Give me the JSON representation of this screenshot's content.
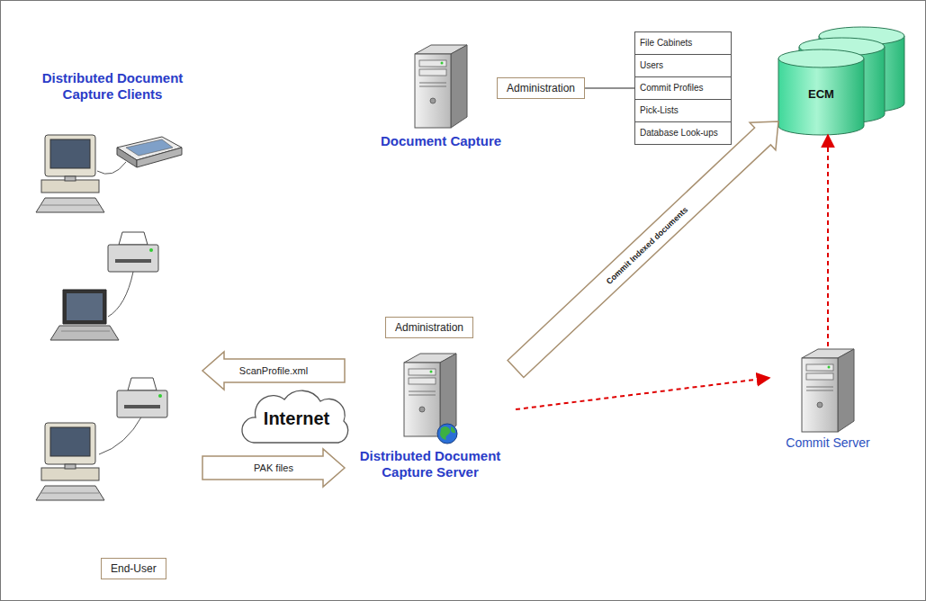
{
  "diagram": {
    "nodes": [
      {
        "text": [
          "Document Capture"
        ]
      },
      {
        "text": [
          "Administration"
        ]
      },
      {
        "text": [
          "File Cabinets",
          "Users",
          "Commit Profiles",
          "Pick-Lists",
          "Database Look-ups"
        ]
      },
      {
        "text": [
          "ECM"
        ]
      },
      {
        "text": [
          "Distributed Document Capture Clients"
        ]
      },
      {
        "text": [
          "End-User"
        ]
      },
      {
        "text": [
          "Internet"
        ]
      },
      {
        "text": [
          "Administration"
        ]
      },
      {
        "text": [
          "Distributed Document Capture Server"
        ]
      },
      {
        "text": [
          "Commit Server"
        ]
      }
    ],
    "edges": [
      {
        "from": 1,
        "to": 2,
        "arrow": "none"
      },
      {
        "from": 8,
        "to": 4,
        "label": "ScanProfile.xml",
        "arrow": "to"
      },
      {
        "from": 4,
        "to": 8,
        "label": "PAK files",
        "arrow": "to"
      },
      {
        "from": 8,
        "to": 3,
        "label": "Commit Indexed documents",
        "arrow": "to"
      },
      {
        "from": 8,
        "to": 9,
        "arrow": "to"
      },
      {
        "from": 9,
        "to": 3,
        "arrow": "to"
      }
    ]
  }
}
